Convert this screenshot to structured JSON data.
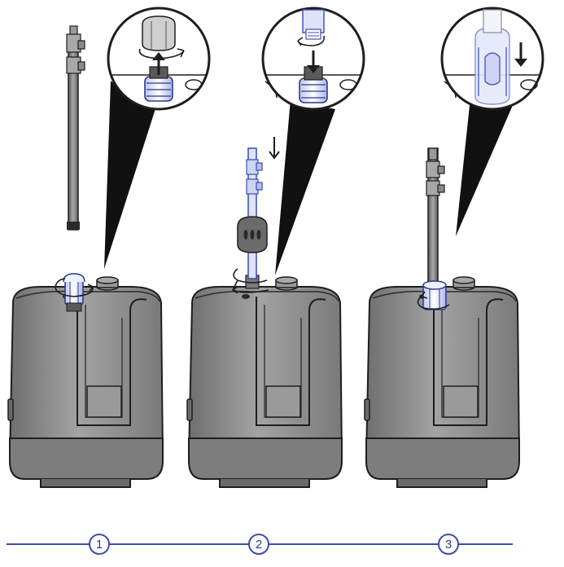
{
  "steps": [
    {
      "number": "1"
    },
    {
      "number": "2"
    },
    {
      "number": "3"
    }
  ],
  "colors": {
    "timeline": "#3b4cb0",
    "accent_blue": "#3b4cb0",
    "tank_body": "#8c8c8c",
    "tank_dark": "#5a5a5a",
    "outline": "#1e1e1e",
    "callout": "#111111"
  },
  "icons": [
    "rotate-arrow-icon",
    "down-arrow-icon",
    "up-arrow-icon"
  ]
}
